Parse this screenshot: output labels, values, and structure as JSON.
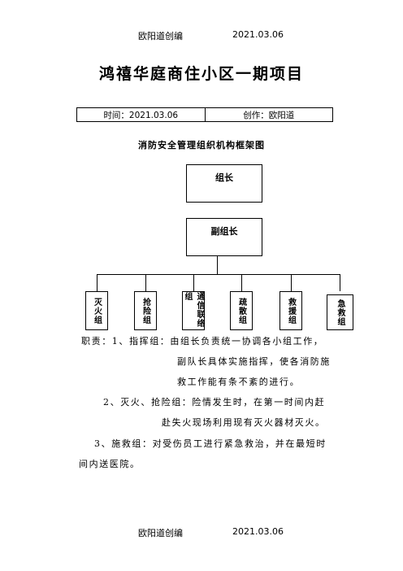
{
  "header": {
    "left": "欧阳道创编",
    "right": "2021.03.06"
  },
  "title": "鸿禧华庭商住小区一期项目",
  "meta": {
    "time": "时间：2021.03.06",
    "author": "创作：欧阳道"
  },
  "subtitle": "消防安全管理组织机构框架图",
  "org": {
    "leader": "组长",
    "deputy": "副组长",
    "teams": [
      "灭火组",
      "抢险组",
      "通信联络组",
      "疏散组",
      "救援组",
      "急救组"
    ]
  },
  "duties": {
    "line1": "职责：1、指挥组：由组长负责统一协调各小组工作，",
    "line2": "副队长具体实施指挥，使各消防施",
    "line3": "救工作能有条不紊的进行。",
    "line4": "2、灭火、抢险组：险情发生时，在第一时间内赶",
    "line5": "赴失火现场利用现有灭火器材灭火。",
    "line6": "3、施救组：对受伤员工进行紧急救治，并在最短时",
    "line7": "间内送医院。"
  },
  "footer": {
    "left": "欧阳道创编",
    "right": "2021.03.06"
  }
}
